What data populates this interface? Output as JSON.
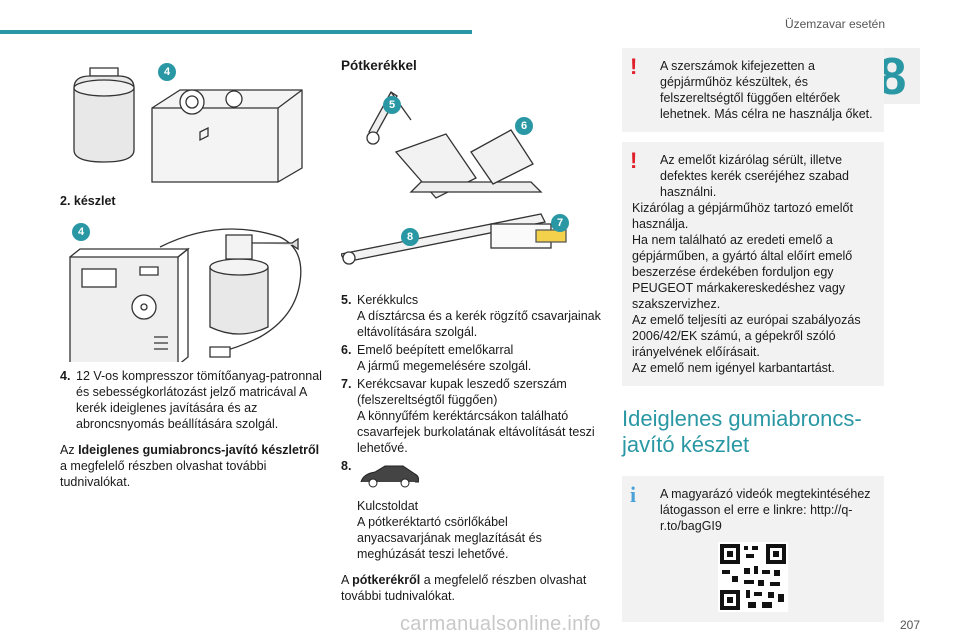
{
  "header": {
    "running_head": "Üzemzavar esetén",
    "chapter": "8"
  },
  "col1": {
    "fig1_callout": "4",
    "kit_label": "2. készlet",
    "fig2_callout": "4",
    "item4_num": "4.",
    "item4_text": "12 V-os kompresszor tömítőanyag-patronnal és sebességkorlátozást jelző matricával A kerék ideiglenes javítására és az abroncsnyomás beállítására szolgál.",
    "para_pre": "Az ",
    "para_bold": "Ideiglenes gumiabroncs-javító készletről",
    "para_post": " a megfelelő részben olvashat további tudnivalókat."
  },
  "col2": {
    "heading": "Pótkerékkel",
    "callouts": [
      "5",
      "6",
      "7",
      "8"
    ],
    "items": [
      {
        "num": "5.",
        "line1": "Kerékkulcs",
        "line2": "A dísztárcsa és a kerék rögzítő csavarjainak eltávolítására szolgál."
      },
      {
        "num": "6.",
        "line1": "Emelő beépített emelőkarral",
        "line2": "A jármű megemelésére szolgál."
      },
      {
        "num": "7.",
        "line1": "Kerékcsavar kupak leszedő szerszám (felszereltségtől függően)",
        "line2": "A könnyűfém keréktárcsákon található csavarfejek burkolatának eltávolítását teszi lehetővé."
      },
      {
        "num": "8.",
        "line1": "Kulcstoldat",
        "line2": "A pótkeréktartó csörlőkábel anyacsavarjának meglazítását és meghúzását teszi lehetővé."
      }
    ],
    "para_pre": "A ",
    "para_bold": "pótkerékről",
    "para_post": " a megfelelő részben olvashat további tudnivalókat."
  },
  "col3": {
    "note1": "A szerszámok kifejezetten a gépjárműhöz készültek, és felszereltségtől függően eltérőek lehetnek. Más célra ne használja őket.",
    "note2": [
      "Az emelőt kizárólag sérült, illetve defektes kerék cseréjéhez szabad használni.",
      "Kizárólag a gépjárműhöz tartozó emelőt használja.",
      "Ha nem található az eredeti emelő a gépjárműben, a gyártó által előírt emelő beszerzése érdekében forduljon egy PEUGEOT márkakereskedéshez vagy szakszervizhez.",
      "Az emelő teljesíti az európai szabályozás 2006/42/EK számú, a gépekről szóló irányelvének előírásait.",
      "Az emelő nem igényel karbantartást."
    ],
    "title": "Ideiglenes gumiabroncs-javító készlet",
    "note3": "A magyarázó videók megtekintéséhez látogasson el erre e linkre: http://q-r.to/bagGI9"
  },
  "footer": {
    "page": "207",
    "watermark": "carmanualsonline.info"
  },
  "colors": {
    "accent": "#2a98a4",
    "warning": "#e0202a",
    "info": "#4aa2d8"
  }
}
